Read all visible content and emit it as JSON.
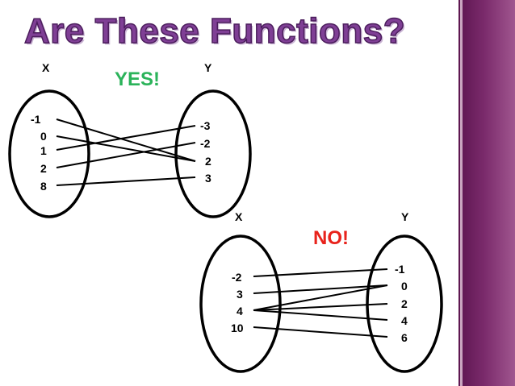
{
  "title": "Are These Functions?",
  "colors": {
    "title": "#7f3f95",
    "yes": "#2bb35a",
    "no": "#e8231c",
    "side_panel": "#6b1f5e"
  },
  "diagram_yes": {
    "domain_label": "X",
    "range_label": "Y",
    "verdict": "YES!",
    "domain": [
      "-1",
      "0",
      "1",
      "2",
      "8"
    ],
    "range": [
      "-3",
      "-2",
      "2",
      "3"
    ],
    "mappings": [
      [
        "-1",
        "2"
      ],
      [
        "0",
        "2"
      ],
      [
        "1",
        "-3"
      ],
      [
        "2",
        "-2"
      ],
      [
        "8",
        "3"
      ]
    ]
  },
  "diagram_no": {
    "domain_label": "X",
    "range_label": "Y",
    "verdict": "NO!",
    "domain": [
      "-2",
      "3",
      "4",
      "10"
    ],
    "range": [
      "-1",
      "0",
      "2",
      "4",
      "6"
    ],
    "mappings": [
      [
        "-2",
        "-1"
      ],
      [
        "3",
        "0"
      ],
      [
        "4",
        "0"
      ],
      [
        "4",
        "2"
      ],
      [
        "4",
        "4"
      ],
      [
        "10",
        "6"
      ]
    ]
  }
}
